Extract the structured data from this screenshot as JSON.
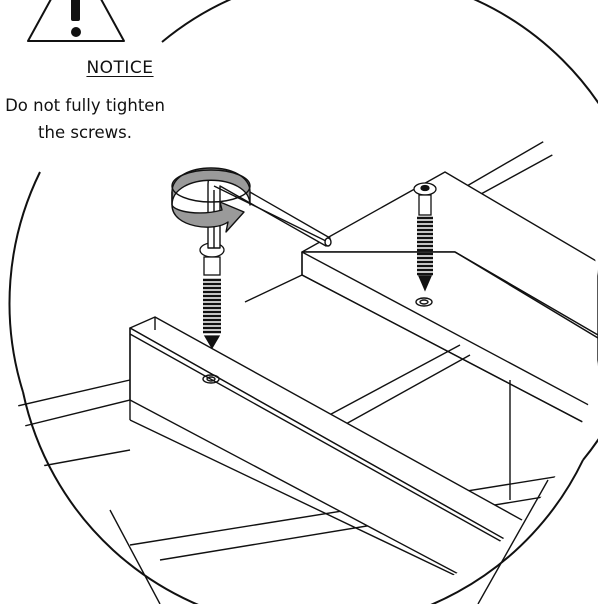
{
  "notice": {
    "title": "NOTICE",
    "line1": "Do not fully tighten",
    "line2": "the screws."
  },
  "icons": {
    "warning": "warning-triangle-icon",
    "rotation": "clockwise-rotation-arrow-icon",
    "tool": "allen-key-icon"
  }
}
